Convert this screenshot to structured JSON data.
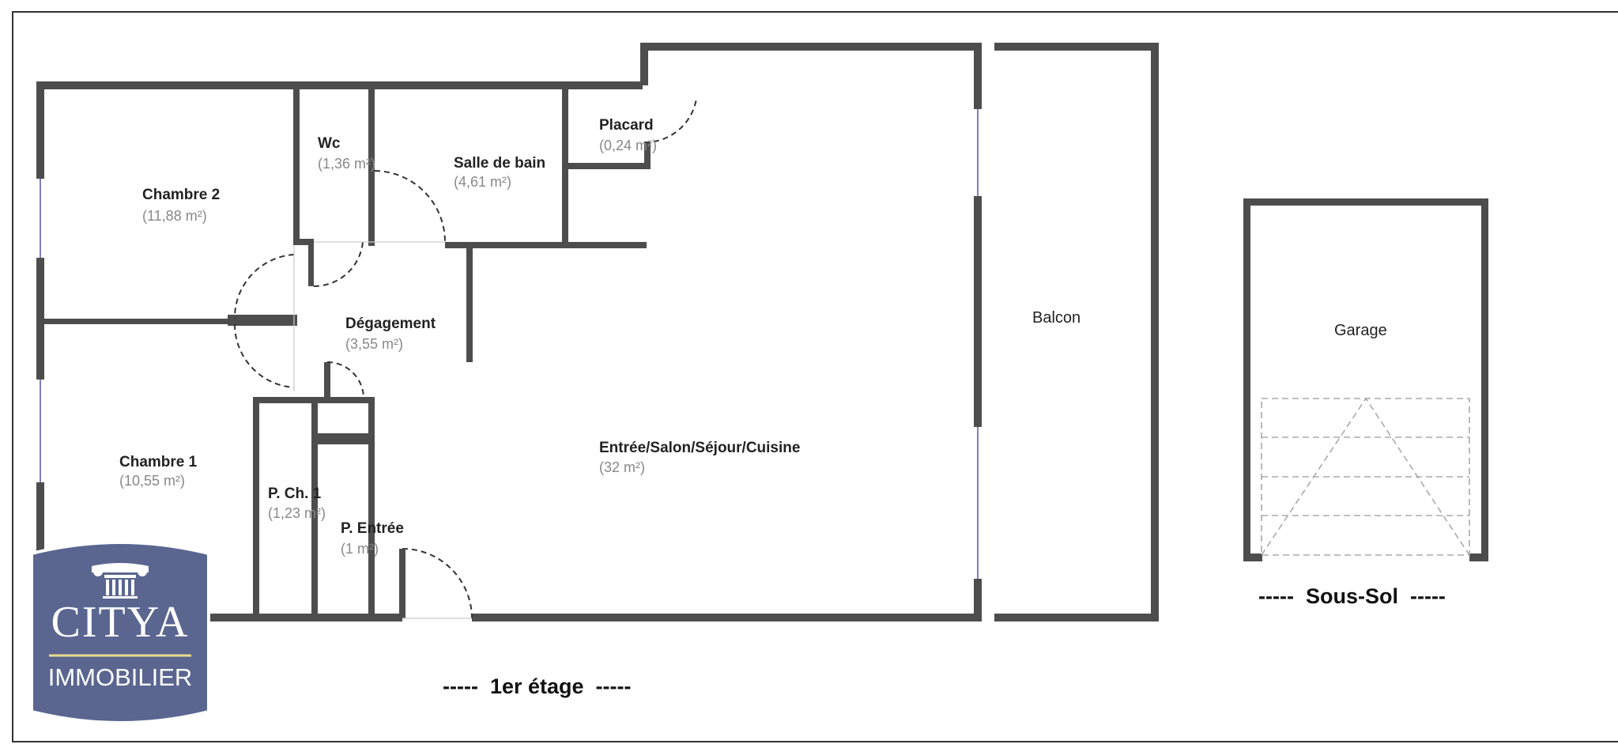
{
  "rooms": {
    "chambre2": {
      "name": "Chambre 2",
      "area": "(11,88 m²)"
    },
    "wc": {
      "name": "Wc",
      "area": "(1,36 m²)"
    },
    "salle_de_bain": {
      "name": "Salle de bain",
      "area": "(4,61 m²)"
    },
    "placard": {
      "name": "Placard",
      "area": "(0,24 m²)"
    },
    "degagement": {
      "name": "Dégagement",
      "area": "(3,55 m²)"
    },
    "chambre1": {
      "name": "Chambre 1",
      "area": "(10,55 m²)"
    },
    "p_ch1": {
      "name": "P. Ch. 1",
      "area": "(1,23 m²)"
    },
    "p_entree": {
      "name": "P. Entrée",
      "area": "(1 m²)"
    },
    "sejour": {
      "name": "Entrée/Salon/Séjour/Cuisine",
      "area": "(32 m²)"
    },
    "balcon": {
      "name": "Balcon"
    },
    "garage": {
      "name": "Garage"
    }
  },
  "captions": {
    "first_floor": "-----  1er étage  -----",
    "basement": "-----  Sous-Sol  -----"
  },
  "logo": {
    "brand": "CITYA",
    "subtitle": "IMMOBILIER",
    "color": "#5a6690",
    "line_color": "#e8d98a"
  }
}
